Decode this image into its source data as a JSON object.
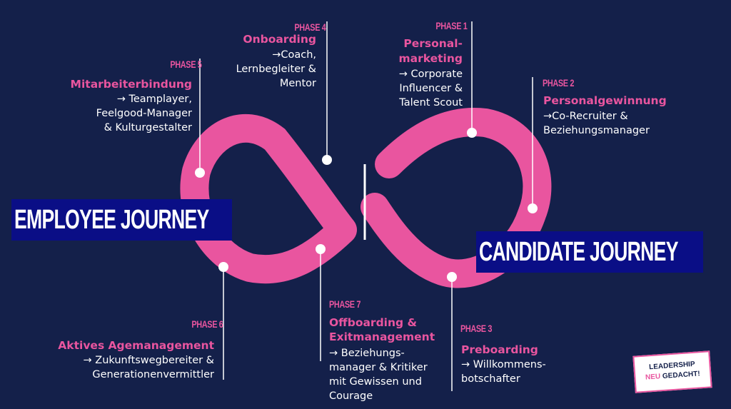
{
  "colors": {
    "background": "#14204a",
    "accent": "#e9559f",
    "label_bg": "#0a0e86",
    "text": "#ffffff"
  },
  "journeys": {
    "employee": "EMPLOYEE JOURNEY",
    "candidate": "CANDIDATE JOURNEY"
  },
  "phases": {
    "p1": {
      "tag": "PHASE 1",
      "title_1": "Personal-",
      "title_2": "marketing",
      "desc": "→ Corporate\nInfluencer &\nTalent Scout"
    },
    "p2": {
      "tag": "PHASE 2",
      "title": "Personalgewinnung",
      "desc": "→Co-Recruiter &\nBeziehungsmanager"
    },
    "p3": {
      "tag": "PHASE 3",
      "title": "Preboarding",
      "desc": "→ Willkommens-\nbotschafter"
    },
    "p4": {
      "tag": "PHASE 4",
      "title": "Onboarding",
      "desc": "→Coach,\nLernbegleiter &\nMentor"
    },
    "p5": {
      "tag": "PHASE 5",
      "title": "Mitarbeiterbindung",
      "desc": "→ Teamplayer,\nFeelgood-Manager\n& Kulturgestalter"
    },
    "p6": {
      "tag": "PHASE 6",
      "title": "Aktives Agemanagement",
      "desc": "→ Zukunftswegbereiter &\nGenerationenvermittler"
    },
    "p7": {
      "tag": "PHASE 7",
      "title_1": "Offboarding &",
      "title_2": "Exitmanagement",
      "desc": "→ Beziehungs-\nmanager & Kritiker\nmit Gewissen und\nCourage"
    }
  },
  "logo": {
    "line1": "LEADERSHIP",
    "line2a": "NEU",
    "line2b": "GEDACHT!"
  }
}
